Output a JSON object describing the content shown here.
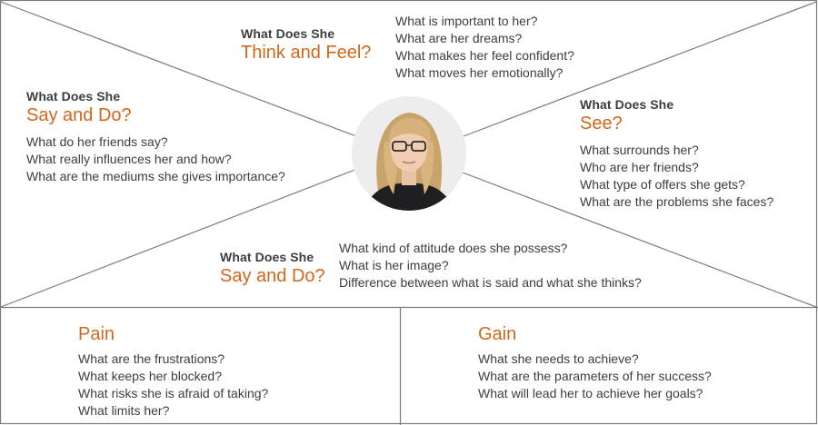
{
  "think_feel": {
    "kicker": "What Does She",
    "title": "Think and Feel?",
    "items": [
      "What is important to her?",
      "What are her dreams?",
      "What makes her feel confident?",
      "What moves her emotionally?"
    ]
  },
  "say_do_left": {
    "kicker": "What Does She",
    "title": "Say and Do?",
    "items": [
      "What do her friends say?",
      "What really influences her and how?",
      "What are the mediums she gives importance?"
    ]
  },
  "see": {
    "kicker": "What Does She",
    "title": "See?",
    "items": [
      "What surrounds her?",
      "Who are her friends?",
      "What type of offers she gets?",
      "What are the problems she faces?"
    ]
  },
  "say_do_bottom": {
    "kicker": "What Does She",
    "title": "Say and Do?",
    "items": [
      "What kind of attitude does she possess?",
      "What is her image?",
      "Difference between what is said and what she thinks?"
    ]
  },
  "pain": {
    "title": "Pain",
    "items": [
      "What are the frustrations?",
      "What keeps her blocked?",
      "What risks she is afraid of taking?",
      "What limits her?"
    ]
  },
  "gain": {
    "title": "Gain",
    "items": [
      "What she needs to achieve?",
      "What are the parameters of her success?",
      "What will lead her to achieve her goals?"
    ]
  },
  "colors": {
    "accent": "#d4661b",
    "line": "#7a7a7a",
    "text": "#3d3d3d"
  },
  "portrait": {
    "icon": "woman-portrait"
  }
}
